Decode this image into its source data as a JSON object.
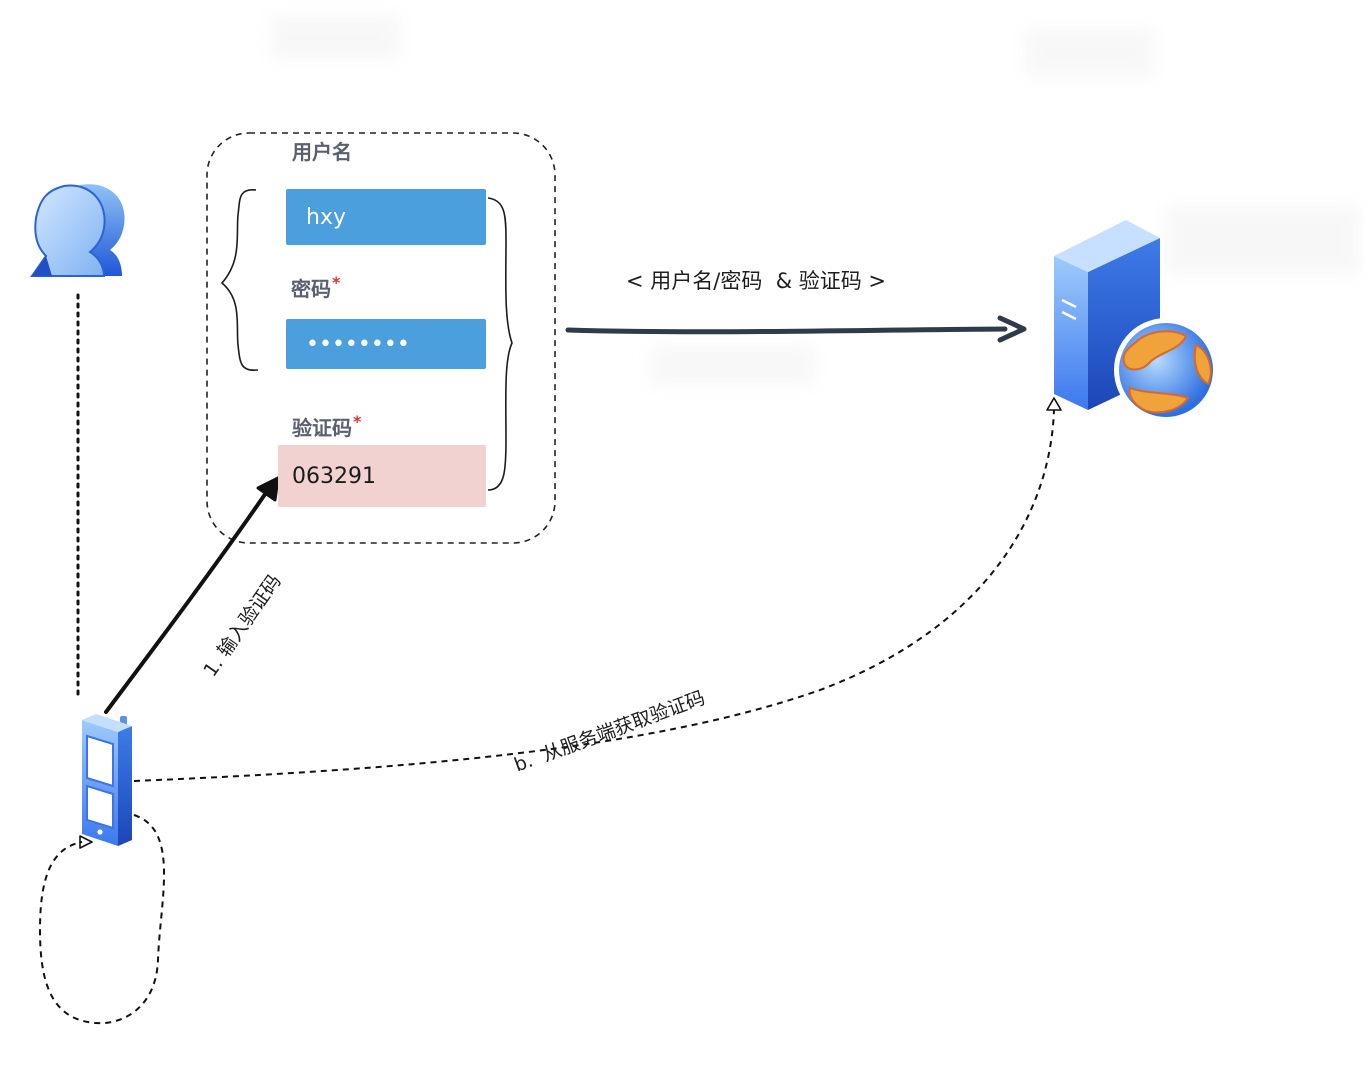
{
  "login_form": {
    "username_label": "用户名",
    "username_value": "hxy",
    "password_label": "密码",
    "password_value": "••••••••",
    "code_label": "验证码",
    "code_value": "063291",
    "required_mark": "*"
  },
  "arrows": {
    "request_label": "< 用户名/密码  & 验证码 >",
    "step1_label": "1. 输入验证码",
    "stepb_label": "b.  从服务端获取验证码"
  },
  "icons": {
    "user": "users-icon",
    "phone": "phone-icon",
    "server": "server-globe-icon"
  },
  "colors": {
    "field_blue": "#4b9fdc",
    "code_pink": "#f1d2d0",
    "arrow_dark": "#2f3b48",
    "required_red": "#e0332f"
  }
}
